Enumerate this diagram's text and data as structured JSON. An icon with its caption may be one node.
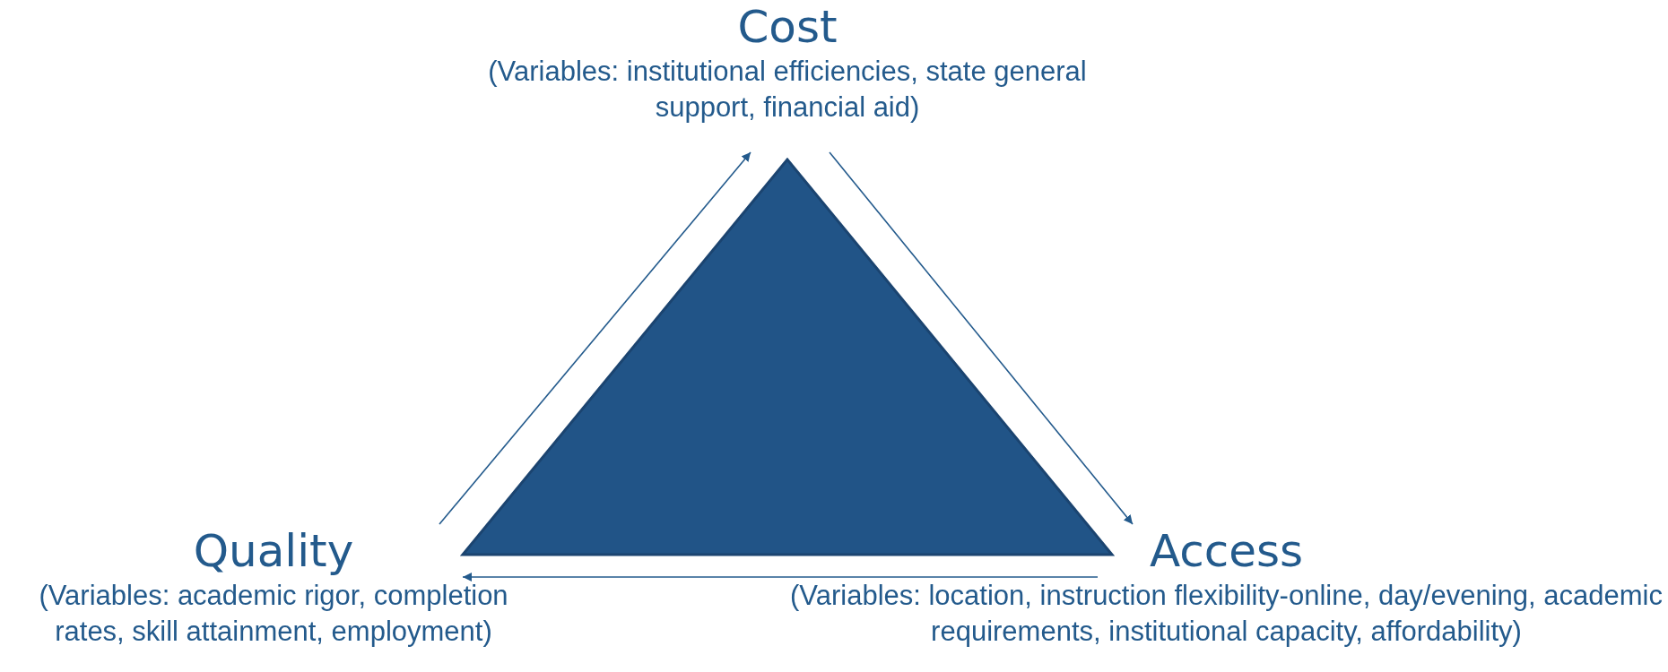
{
  "diagram": {
    "nodes": [
      {
        "text": [
          "Cost",
          "(Variables: institutional efficiencies, state general support, financial aid)"
        ]
      },
      {
        "text": [
          "Access",
          "(Variables: location, instruction flexibility-online, day/evening, academic requirements, institutional capacity, affordability)"
        ]
      },
      {
        "text": [
          "Quality",
          "(Variables: academic rigor, completion rates, skill attainment, employment)"
        ]
      }
    ],
    "edges": [
      {
        "from": 2,
        "to": 0,
        "arrow": "to"
      },
      {
        "from": 0,
        "to": 1,
        "arrow": "to"
      },
      {
        "from": 1,
        "to": 2,
        "arrow": "to"
      }
    ]
  }
}
